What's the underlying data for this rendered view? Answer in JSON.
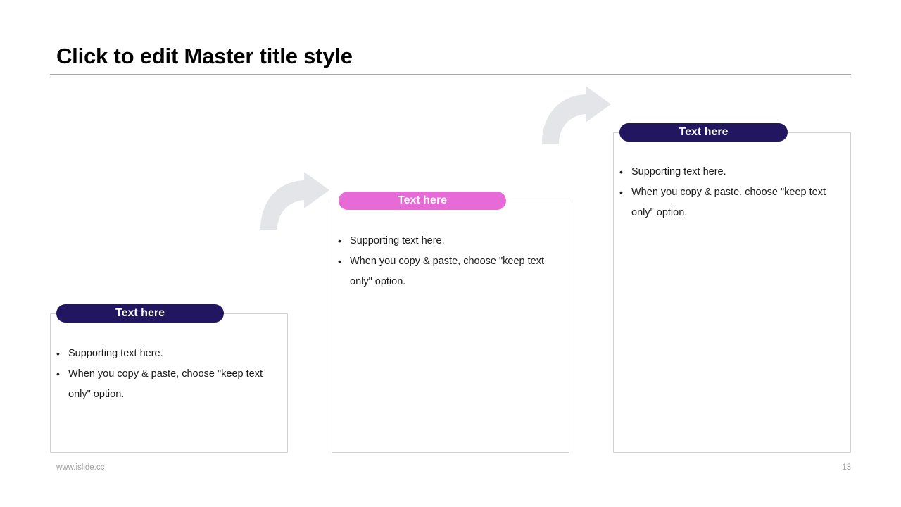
{
  "slide": {
    "title": "Click to edit Master title style",
    "background_color": "#ffffff"
  },
  "colors": {
    "navy": "#221660",
    "pink": "#e76bd6",
    "arrow_gray": "#e4e5e9",
    "card_border": "#d0d0d0",
    "rule": "#a6a6a6",
    "footer_text": "#a0a0a0"
  },
  "cards": [
    {
      "id": "card-1",
      "header": "Text here",
      "header_color": "#221660",
      "bullets": [
        "Supporting text here.",
        "When you copy & paste, choose \"keep text only\" option."
      ]
    },
    {
      "id": "card-2",
      "header": "Text here",
      "header_color": "#e76bd6",
      "bullets": [
        "Supporting text here.",
        "When you copy & paste, choose \"keep text only\" option."
      ]
    },
    {
      "id": "card-3",
      "header": "Text here",
      "header_color": "#221660",
      "bullets": [
        "Supporting text here.",
        "When you copy & paste, choose \"keep text only\" option."
      ]
    }
  ],
  "connectors": [
    {
      "id": "arrow-1",
      "icon": "curved-arrow-up-right-icon",
      "color": "#e4e5e9"
    },
    {
      "id": "arrow-2",
      "icon": "curved-arrow-up-right-icon",
      "color": "#e4e5e9"
    }
  ],
  "bullet_glyph": "•",
  "footer": {
    "url": "www.islide.cc",
    "page_number": "13"
  }
}
